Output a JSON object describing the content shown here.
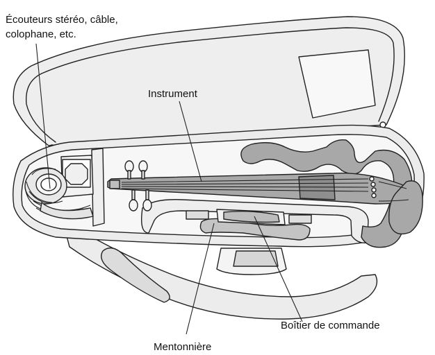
{
  "labels": {
    "accessories": [
      "Écouteurs stéréo, câble,",
      "colophane, etc."
    ],
    "instrument": "Instrument",
    "control_box": "Boîtier de commande",
    "chin_rest": "Mentonnière"
  },
  "colors": {
    "case_fill": "#ececec",
    "interior_fill": "#f7f7f7",
    "instrument_fill": "#a8a8a8",
    "instrument_dark": "#8e8e8e",
    "outline": "#222222"
  }
}
